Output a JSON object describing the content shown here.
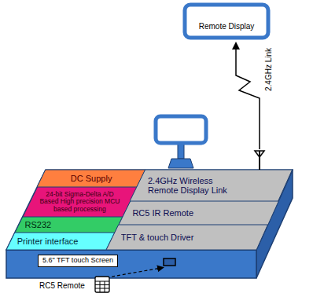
{
  "diagram": {
    "nodes": [
      {
        "text": [
          "Remote Display"
        ]
      },
      {
        "text": [
          "DC Supply"
        ]
      },
      {
        "text": [
          "24-bit Sigma-Delta A/D Based High precision MCU based processing"
        ]
      },
      {
        "text": [
          "RS232"
        ]
      },
      {
        "text": [
          "Printer interface"
        ]
      },
      {
        "text": [
          "2.4GHz Wireless Remote Display Link"
        ]
      },
      {
        "text": [
          "RC5 IR Remote"
        ]
      },
      {
        "text": [
          "TFT & touch Driver"
        ]
      },
      {
        "text": [
          "5.6\" TFT touch Screen"
        ]
      }
    ],
    "labels": [
      "2.4GHz Link",
      "RC5 Remote"
    ]
  }
}
